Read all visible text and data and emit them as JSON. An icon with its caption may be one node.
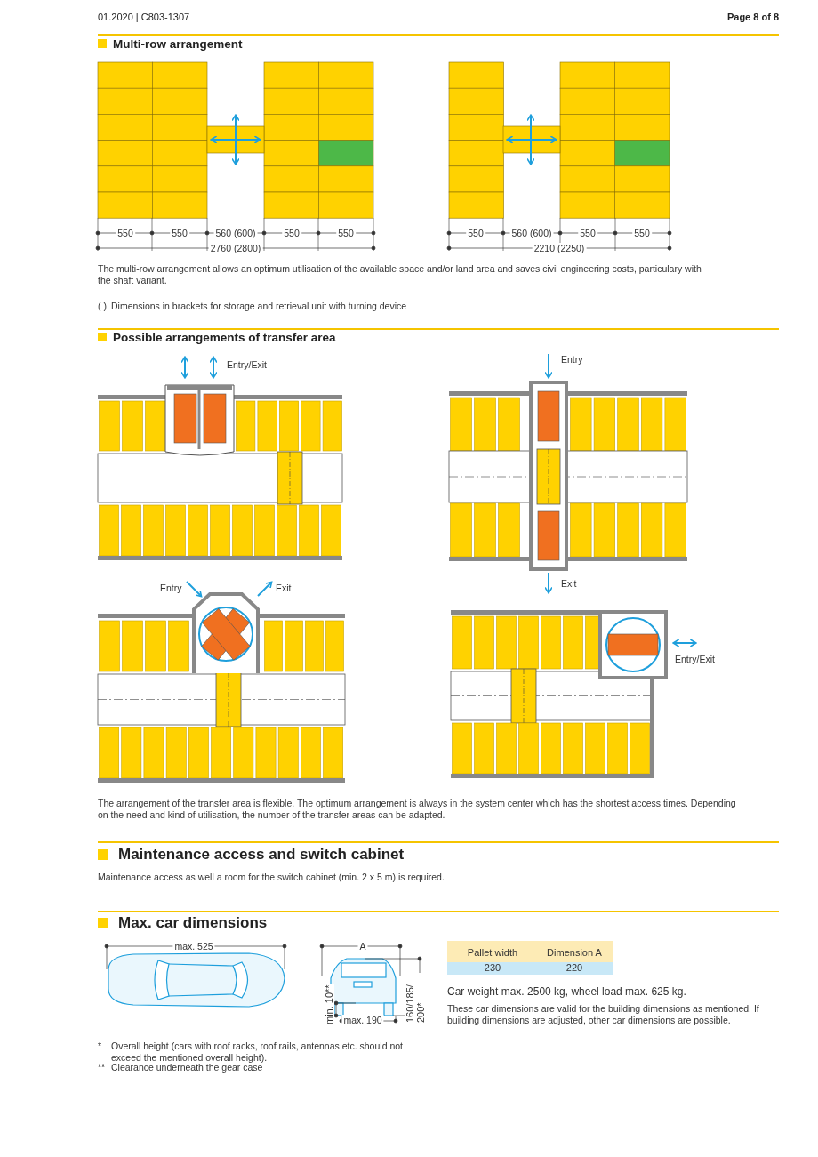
{
  "diagram": {
    "labels": [
      "01.2020 | C803-1307",
      "Page 8 of 8",
      "Multi-row arrangement",
      "550",
      "550",
      "560 (600)",
      "550",
      "550",
      "2760 (2800)",
      "550",
      "560 (600)",
      "550",
      "550",
      "2210 (2250)",
      "The multi-row arrangement allows an optimum utilisation of the available space and/or land area and saves civil engineering costs, particulary with the shaft variant.",
      "( )",
      "Dimensions in brackets for storage and retrieval unit with turning device",
      "Possible arrangements of transfer area",
      "Entry/Exit",
      "Entry",
      "Entry",
      "Exit",
      "Exit",
      "Entry/Exit",
      "The arrangement of the transfer area is flexible. The optimum arrangement is always in the system center which has the shortest access times. Depending on the need and kind of utilisation, the number of the transfer areas can be adapted.",
      "Maintenance access and switch cabinet",
      "Maintenance access as well a room for the switch cabinet (min. 2 x 5 m) is required.",
      "Max. car dimensions",
      "max. 525",
      "A",
      "min. 10**",
      "160/185/ 200*",
      "max. 190",
      "Pallet width",
      "Dimension A",
      "230",
      "220",
      "Car weight max. 2500 kg, wheel load max. 625 kg.",
      "These car dimensions are valid for the building dimensions as mentioned. If building dimensions are adjusted, other car dimensions are possible.",
      "*",
      "Overall height (cars with roof racks, roof rails, antennas etc. should not exceed the mentioned overall height).",
      "**",
      "Clearance underneath the gear case"
    ]
  }
}
